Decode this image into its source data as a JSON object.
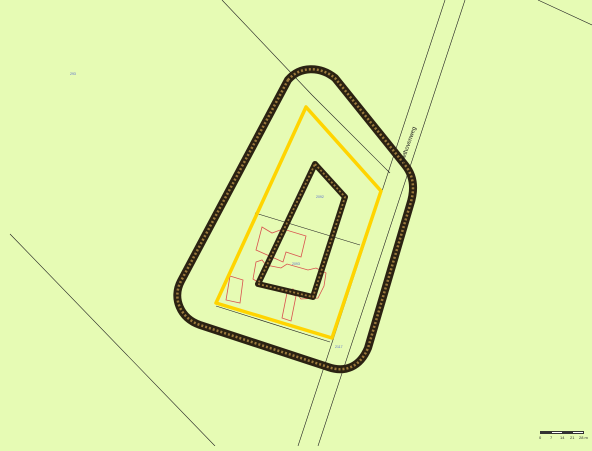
{
  "map": {
    "background_color": "#e6fbb4",
    "colors": {
      "parcel_line": "#222222",
      "route_dark": "#2b2212",
      "route_fill": "#9c7a3c",
      "selection": "#ffd400",
      "building": "#d9534f",
      "label": "#5a6ecf"
    },
    "street_name": "Beethovenweg",
    "labels": {
      "parcel_label_1": "293",
      "parcel_label_2": "2092",
      "parcel_label_3": "2093",
      "parcel_label_4": "2117"
    }
  },
  "scale_bar": {
    "ticks": [
      "0",
      "7",
      "14",
      "21",
      "28 m"
    ]
  }
}
